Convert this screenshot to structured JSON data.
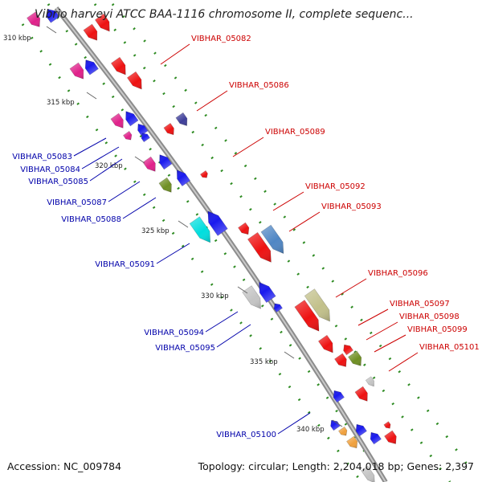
{
  "title": "Vibrio harveyi ATCC BAA-1116 chromosome II, complete sequenc...",
  "footer": {
    "accession": "Accession: NC_009784",
    "summary": "Topology: circular; Length: 2,204,018 bp; Genes: 2,397"
  },
  "colors": {
    "backbone": "#8c8c8c",
    "forward_label": "#cc0000",
    "reverse_label": "#0000aa",
    "dotted_track": "#2e8b22"
  },
  "scale_ticks": [
    "310 kbp",
    "315 kbp",
    "320 kbp",
    "325 kbp",
    "330 kbp",
    "335 kbp",
    "340 kbp"
  ],
  "forward_labels": [
    "VIBHAR_05082",
    "VIBHAR_05086",
    "VIBHAR_05089",
    "VIBHAR_05092",
    "VIBHAR_05093",
    "VIBHAR_05096",
    "VIBHAR_05097",
    "VIBHAR_05098",
    "VIBHAR_05099",
    "VIBHAR_05101"
  ],
  "reverse_labels": [
    "VIBHAR_05083",
    "VIBHAR_05084",
    "VIBHAR_05085",
    "VIBHAR_05087",
    "VIBHAR_05088",
    "VIBHAR_05091",
    "VIBHAR_05094",
    "VIBHAR_05095",
    "VIBHAR_05100"
  ]
}
